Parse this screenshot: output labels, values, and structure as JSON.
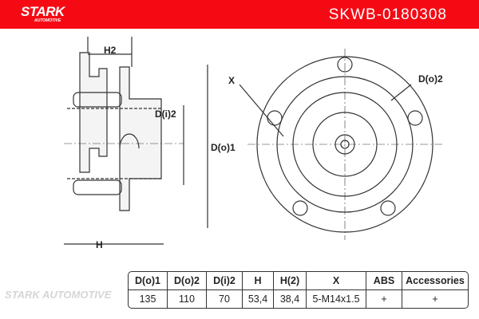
{
  "header": {
    "brand": "STARK",
    "brand_sub": "AUTOMOTIVE",
    "part_number": "SKWB-0180308",
    "color": "#f50a14"
  },
  "drawing": {
    "labels": {
      "h2": "H2",
      "di2": "D(i)2",
      "do1": "D(o)1",
      "h": "H",
      "x": "X",
      "do2": "D(o)2"
    },
    "watermark": "STARK AUTOMOTIVE"
  },
  "table": {
    "headers": [
      "D(o)1",
      "D(o)2",
      "D(i)2",
      "H",
      "H(2)",
      "X",
      "ABS",
      "Accessories"
    ],
    "values": [
      "135",
      "110",
      "70",
      "53,4",
      "38,4",
      "5-M14x1.5",
      "+",
      "+"
    ]
  }
}
